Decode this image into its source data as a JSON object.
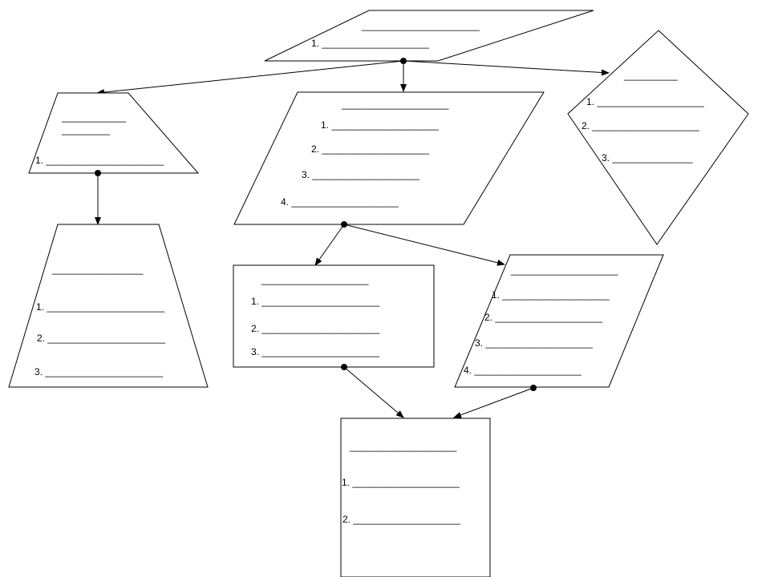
{
  "colors": {
    "stroke": "#000000",
    "fill": "#ffffff",
    "text": "#000000"
  },
  "nodes": {
    "top": {
      "title": "______________________",
      "items": [
        "1. ____________________"
      ]
    },
    "left_upper": {
      "title": "____________",
      "subtitle": "_________",
      "items": [
        "1. ______________________"
      ]
    },
    "center": {
      "title": "____________________",
      "items": [
        "1. ____________________",
        "2. ____________________",
        "3. ____________________",
        "4. ____________________"
      ]
    },
    "diamond": {
      "title": "__________",
      "items": [
        "1. ____________________",
        "2. ____________________",
        "3. _______________"
      ]
    },
    "left_lower": {
      "title": "_________________",
      "items": [
        "1. ______________________",
        "2. ______________________",
        "3. ______________________"
      ]
    },
    "middle_box": {
      "title": "____________________",
      "items": [
        "1. ______________________",
        "2. ______________________",
        "3. ______________________"
      ]
    },
    "right_para": {
      "title": "____________________",
      "items": [
        "1. ____________________",
        "2. ____________________",
        "3. ____________________",
        "4. ____________________"
      ]
    },
    "bottom_box": {
      "title": "____________________",
      "items": [
        "1. ____________________",
        "2. ____________________"
      ]
    }
  }
}
